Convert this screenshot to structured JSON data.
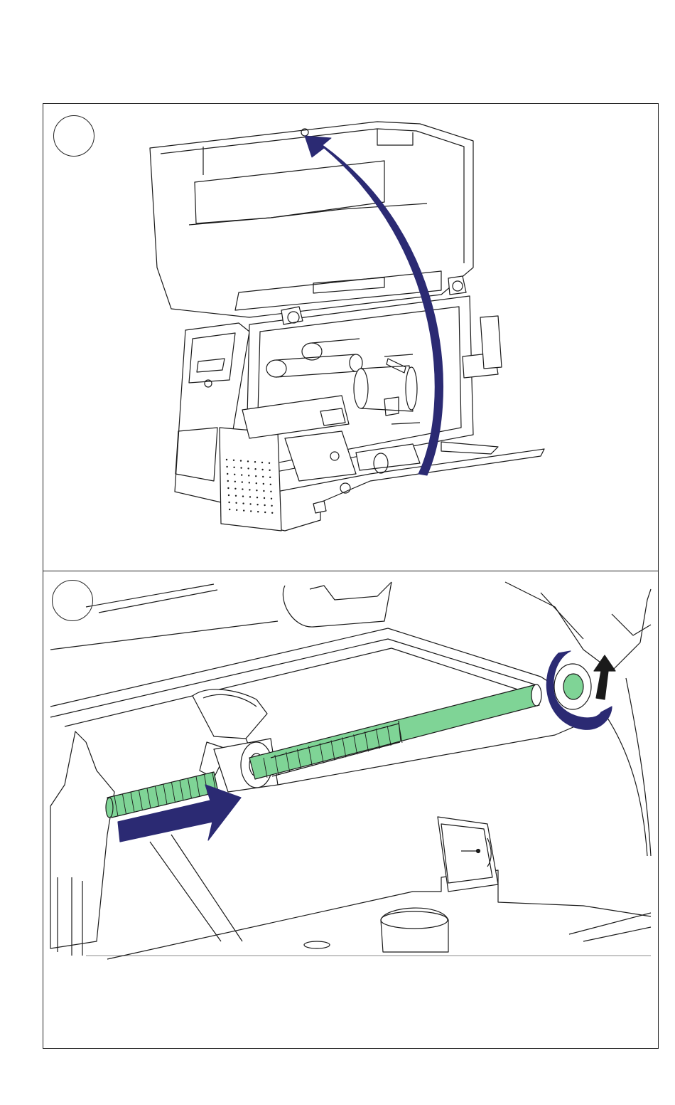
{
  "document": {
    "steps": [
      {
        "number": "",
        "illustration": "printer-media-cover-open",
        "arrow": "open-cover-arrow"
      },
      {
        "number": "",
        "illustration": "ribbon-supply-spindle",
        "arrow": "insert-spindle-arrow"
      }
    ]
  },
  "colors": {
    "arrow": "#2b2a73",
    "ribbon_spindle": "#7fd496",
    "line": "#1a1a1a",
    "background": "#ffffff"
  }
}
